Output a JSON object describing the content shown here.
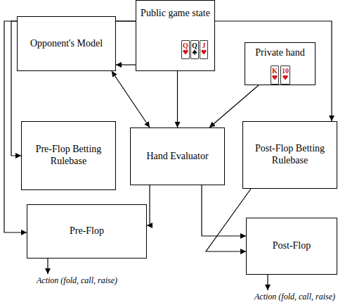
{
  "diagram": {
    "nodes": [
      {
        "text": [
          "Public game state"
        ]
      },
      {
        "text": [
          "Opponent's Model"
        ]
      },
      {
        "text": [
          "Private hand"
        ]
      },
      {
        "text": [
          "Pre-Flop Betting Rulebase"
        ]
      },
      {
        "text": [
          "Hand Evaluator"
        ]
      },
      {
        "text": [
          "Post-Flop Betting Rulebase"
        ]
      },
      {
        "text": [
          "Pre-Flop"
        ]
      },
      {
        "text": [
          "Post-Flop"
        ]
      }
    ],
    "edges": [
      {
        "from": 0,
        "to": 1,
        "arrow": "to"
      },
      {
        "from": 1,
        "to": 4,
        "arrow": "both"
      },
      {
        "from": 0,
        "to": 4,
        "arrow": "to"
      },
      {
        "from": 2,
        "to": 4,
        "arrow": "to"
      },
      {
        "from": 0,
        "to": 3,
        "arrow": "to"
      },
      {
        "from": 0,
        "to": 6,
        "arrow": "to"
      },
      {
        "from": 4,
        "to": 6,
        "arrow": "to"
      },
      {
        "from": 0,
        "to": 5,
        "arrow": "to"
      },
      {
        "from": 4,
        "to": 7,
        "arrow": "to"
      },
      {
        "from": 5,
        "to": 7,
        "arrow": "to"
      }
    ],
    "labels": [
      "Q",
      "Q",
      "J",
      "K",
      "10",
      "Action (fold, call, raise)",
      "Action (fold, call, raise)"
    ]
  }
}
